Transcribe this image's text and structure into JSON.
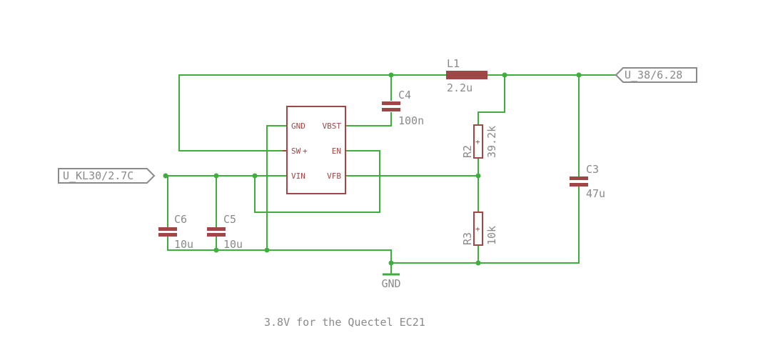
{
  "nets": {
    "input": "U_KL30/2.7C",
    "output": "U_38/6.28",
    "ground": "GND"
  },
  "ic_pins": {
    "gnd": "GND",
    "sw": "SW",
    "vin": "VIN",
    "vbst": "VBST",
    "en": "EN",
    "vfb": "VFB"
  },
  "components": {
    "l1": {
      "name": "L1",
      "value": "2.2u"
    },
    "c4": {
      "name": "C4",
      "value": "100n"
    },
    "c3": {
      "name": "C3",
      "value": "47u"
    },
    "c5": {
      "name": "C5",
      "value": "10u"
    },
    "c6": {
      "name": "C6",
      "value": "10u"
    },
    "r2": {
      "name": "R2",
      "value": "39.2k"
    },
    "r3": {
      "name": "R3",
      "value": "10k"
    }
  },
  "note": "3.8V for the Quectel EC21",
  "colors": {
    "wire": "#3fae3f",
    "component": "#a04646",
    "label": "#8a8a8a"
  }
}
